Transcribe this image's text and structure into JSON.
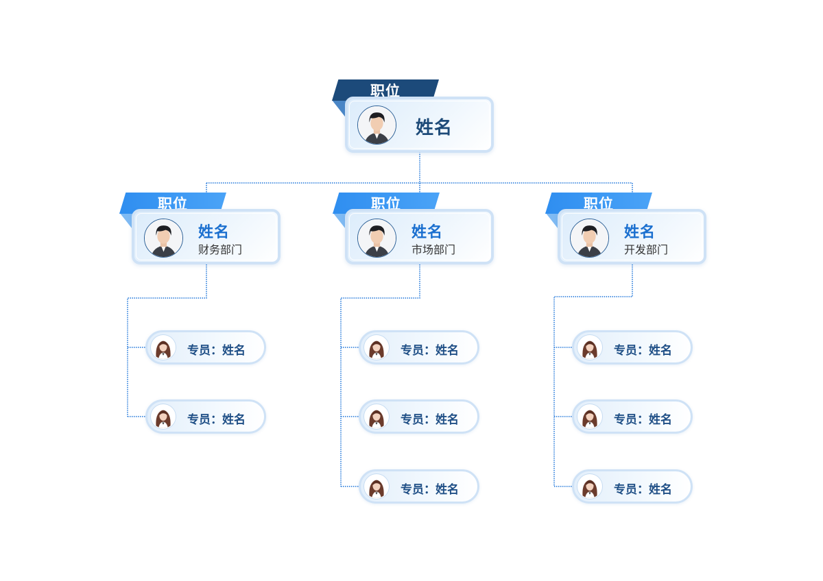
{
  "top": {
    "title": "职位",
    "name": "姓名"
  },
  "managers": [
    {
      "title": "职位",
      "name": "姓名",
      "dept": "财务部门",
      "staff": [
        {
          "label": "专员：姓名"
        },
        {
          "label": "专员：姓名"
        }
      ]
    },
    {
      "title": "职位",
      "name": "姓名",
      "dept": "市场部门",
      "staff": [
        {
          "label": "专员：姓名"
        },
        {
          "label": "专员：姓名"
        },
        {
          "label": "专员：姓名"
        }
      ]
    },
    {
      "title": "职位",
      "name": "姓名",
      "dept": "开发部门",
      "staff": [
        {
          "label": "专员：姓名"
        },
        {
          "label": "专员：姓名"
        },
        {
          "label": "专员：姓名"
        }
      ]
    }
  ],
  "colors": {
    "top_tab": "#1c4a7a",
    "manager_tab": "#2f8ef0",
    "connector": "#1a73d9",
    "card_border": "#cfe2f6"
  },
  "icons": {
    "male_avatar": "male-avatar-icon",
    "female_avatar": "female-avatar-icon"
  }
}
